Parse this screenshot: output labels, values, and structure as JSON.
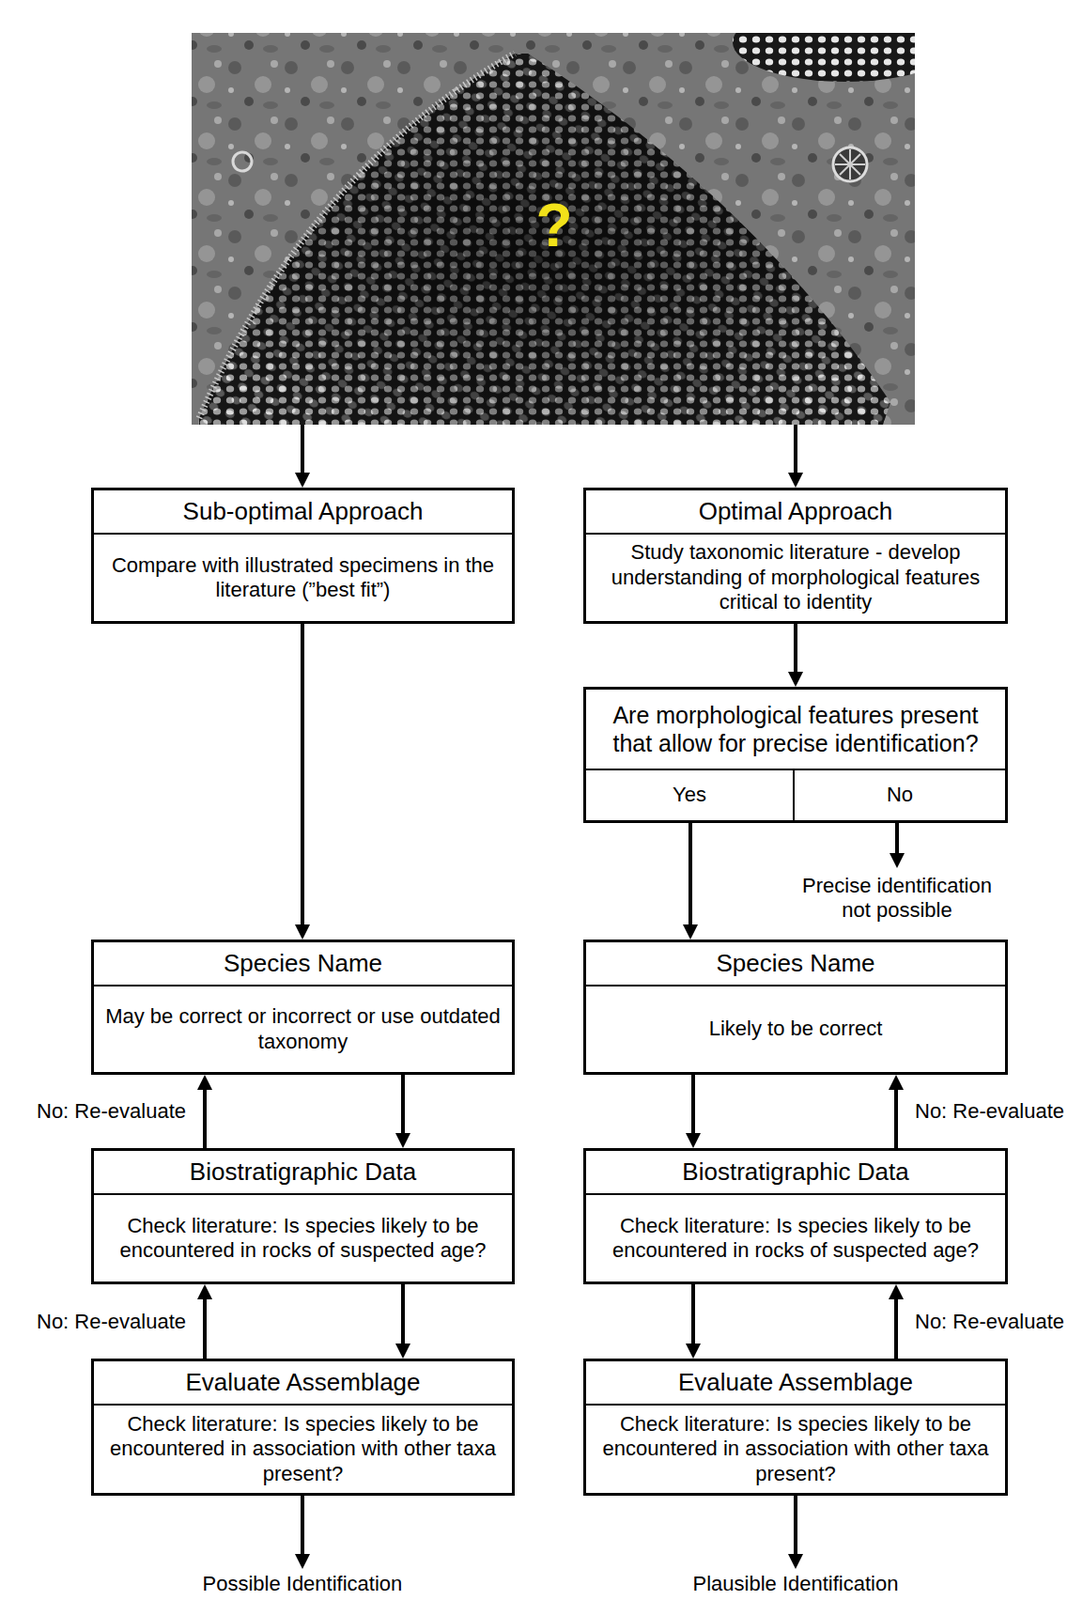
{
  "diagram": {
    "nodes": [
      {
        "text": [
          "Sub-optimal Approach",
          "Compare with illustrated specimens in the literature (”best fit”)"
        ]
      },
      {
        "text": [
          "Optimal Approach",
          "Study taxonomic literature - develop understanding of morphological features critical to identity"
        ]
      },
      {
        "text": [
          "Are morphological features present that allow for precise identification?"
        ]
      },
      {
        "text": [
          "Yes"
        ],
        "in": 2
      },
      {
        "text": [
          "No"
        ],
        "in": 2
      },
      {
        "text": [
          "Species Name",
          "May be correct or incorrect or use outdated taxonomy"
        ]
      },
      {
        "text": [
          "Species Name",
          "Likely to be correct"
        ]
      },
      {
        "text": [
          "Biostratigraphic Data",
          "Check literature: Is species likely to be encountered in rocks of suspected age?"
        ]
      },
      {
        "text": [
          "Biostratigraphic Data",
          "Check literature: Is species likely to be encountered in rocks of suspected age?"
        ]
      },
      {
        "text": [
          "Evaluate Assemblage",
          "Check literature: Is species likely to be encountered in association with other taxa present?"
        ]
      },
      {
        "text": [
          "Evaluate Assemblage",
          "Check literature: Is species likely to be encountered in association with other taxa present?"
        ]
      }
    ],
    "edges": [
      {
        "from": 0,
        "to": 5,
        "arrow": "to"
      },
      {
        "from": 1,
        "to": 2,
        "arrow": "to"
      },
      {
        "from": 3,
        "to": 6,
        "arrow": "to"
      },
      {
        "from": 5,
        "to": 7,
        "arrow": "to"
      },
      {
        "from": 7,
        "to": 5,
        "label": "No: Re-evaluate",
        "arrow": "to"
      },
      {
        "from": 7,
        "to": 9,
        "arrow": "to"
      },
      {
        "from": 9,
        "to": 7,
        "label": "No: Re-evaluate",
        "arrow": "to"
      },
      {
        "from": 6,
        "to": 8,
        "arrow": "to"
      },
      {
        "from": 8,
        "to": 6,
        "label": "No: Re-evaluate",
        "arrow": "to"
      },
      {
        "from": 8,
        "to": 10,
        "arrow": "to"
      },
      {
        "from": 10,
        "to": 8,
        "label": "No: Re-evaluate",
        "arrow": "to"
      }
    ],
    "labels": [
      "?",
      "Precise identification not possible",
      "Possible Identification",
      "Plausible Identification"
    ]
  }
}
